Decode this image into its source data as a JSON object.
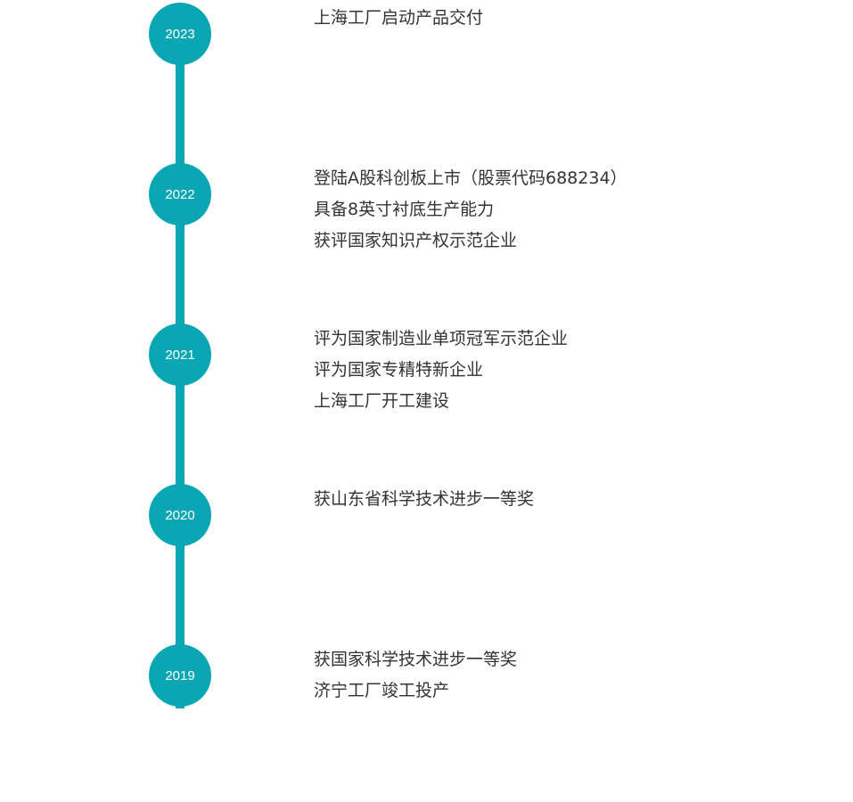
{
  "colors": {
    "accent": "#0aa6b3",
    "text": "#333333"
  },
  "timeline": [
    {
      "year": "2023",
      "events": [
        "上海工厂启动产品交付"
      ]
    },
    {
      "year": "2022",
      "events": [
        "登陆A股科创板上市（股票代码688234）",
        "具备8英寸衬底生产能力",
        "获评国家知识产权示范企业"
      ]
    },
    {
      "year": "2021",
      "events": [
        "评为国家制造业单项冠军示范企业",
        "评为国家专精特新企业",
        "上海工厂开工建设"
      ]
    },
    {
      "year": "2020",
      "events": [
        "获山东省科学技术进步一等奖"
      ]
    },
    {
      "year": "2019",
      "events": [
        "获国家科学技术进步一等奖",
        "济宁工厂竣工投产"
      ]
    }
  ]
}
